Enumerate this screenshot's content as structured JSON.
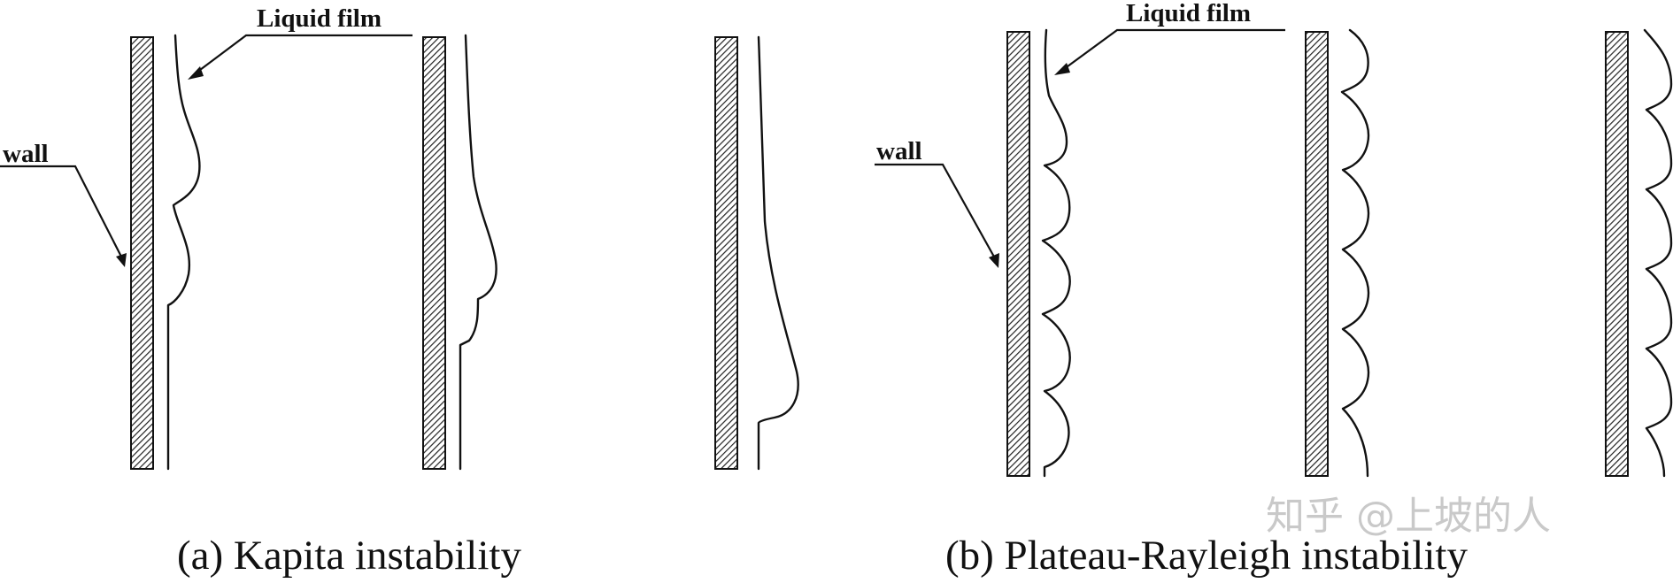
{
  "labels": {
    "liquid_film_a": "Liquid film",
    "wall_a": "wall",
    "liquid_film_b": "Liquid film",
    "wall_b": "wall"
  },
  "captions": {
    "a": "(a) Kapita instability",
    "b": "(b) Plateau-Rayleigh instability"
  },
  "watermark": "知乎 @上坡的人"
}
